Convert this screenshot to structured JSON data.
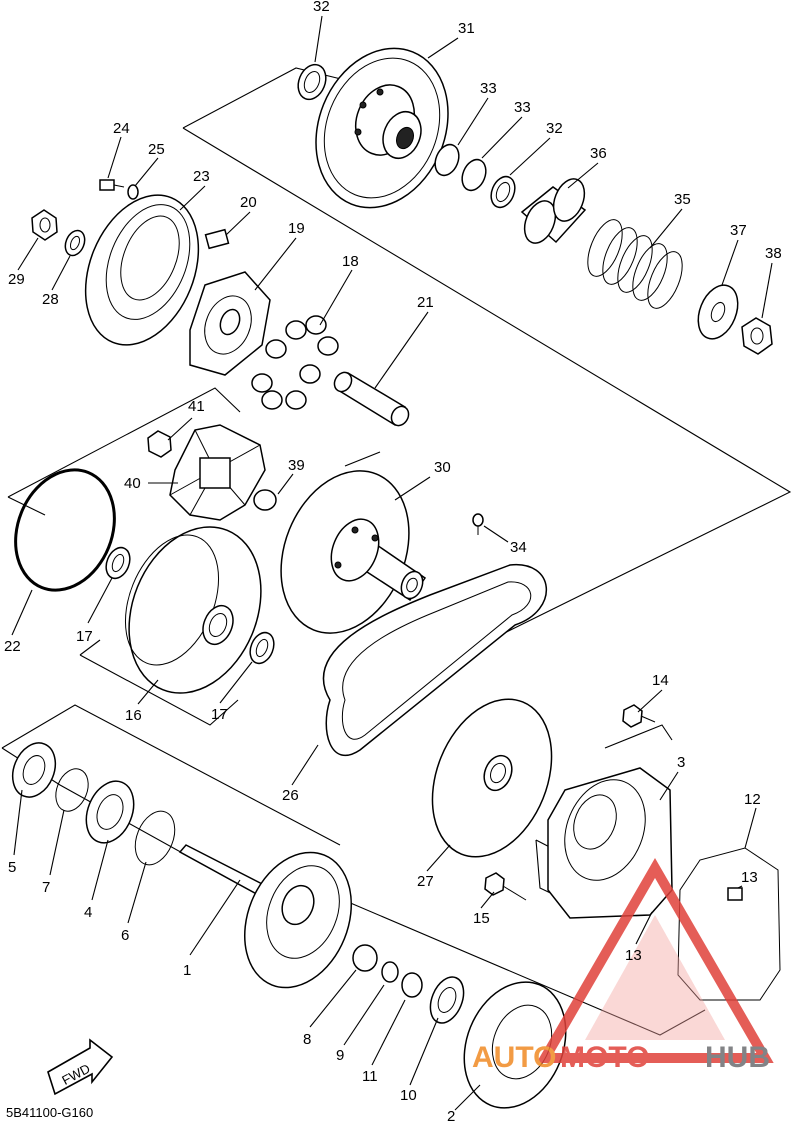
{
  "diagram": {
    "code": "5B41100-G160",
    "fwd_label": "FWD",
    "labels": [
      "1",
      "2",
      "3",
      "4",
      "5",
      "6",
      "7",
      "8",
      "9",
      "10",
      "11",
      "12",
      "13",
      "13",
      "14",
      "15",
      "16",
      "17",
      "17",
      "18",
      "19",
      "20",
      "21",
      "22",
      "23",
      "24",
      "25",
      "26",
      "27",
      "28",
      "29",
      "30",
      "31",
      "32",
      "32",
      "33",
      "33",
      "34",
      "35",
      "36",
      "37",
      "38",
      "39",
      "40",
      "41"
    ]
  },
  "watermark": {
    "brand_a": "AUTO",
    "brand_b": "MOTO",
    "brand_c": "HUB",
    "colors": {
      "red": "#e0413a",
      "orange": "#f08a24",
      "gray": "#6d6e71"
    }
  }
}
